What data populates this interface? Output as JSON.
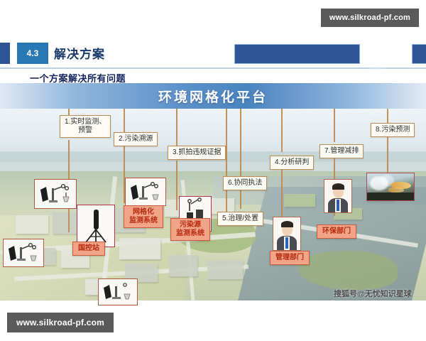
{
  "header": {
    "section_number": "4.3",
    "title": "解决方案",
    "subtitle": "一个方案解决所有问题"
  },
  "platform": {
    "banner_title": "环境网格化平台"
  },
  "callouts": [
    {
      "id": "1",
      "label": "1.实时监测、\n预警",
      "line1": "1.实时监测、",
      "line2": "预警"
    },
    {
      "id": "2",
      "label": "2.污染溯源"
    },
    {
      "id": "3",
      "label": "3.抓拍违规证据"
    },
    {
      "id": "4",
      "label": "4.分析研判"
    },
    {
      "id": "5",
      "label": "5.治理/处置"
    },
    {
      "id": "6",
      "label": "6.协同执法"
    },
    {
      "id": "7",
      "label": "7.管理减排"
    },
    {
      "id": "8",
      "label": "8.污染预测"
    }
  ],
  "systems": [
    {
      "id": "national-station",
      "label": "国控站"
    },
    {
      "id": "grid-monitoring",
      "line1": "网格化",
      "line2": "监测系统"
    },
    {
      "id": "pollution-source-monitoring",
      "line1": "污染源",
      "line2": "监测系统"
    },
    {
      "id": "management-department",
      "label": "管理部门"
    },
    {
      "id": "environmental-department",
      "label": "环保部门"
    }
  ],
  "watermarks": {
    "top": "www.silkroad-pf.com",
    "bottom": "www.silkroad-pf.com",
    "sohu": "搜狐号@无忧知识星球"
  },
  "colors": {
    "header_blue": "#2f5597",
    "badge_blue": "#2878b5",
    "title_blue": "#1a3a6b",
    "callout_border": "#c08b52",
    "system_fill": "#f2a488",
    "system_border": "#c75b3a",
    "system_text": "#b52a0e",
    "watermark_bg": "#5a5a5a"
  }
}
